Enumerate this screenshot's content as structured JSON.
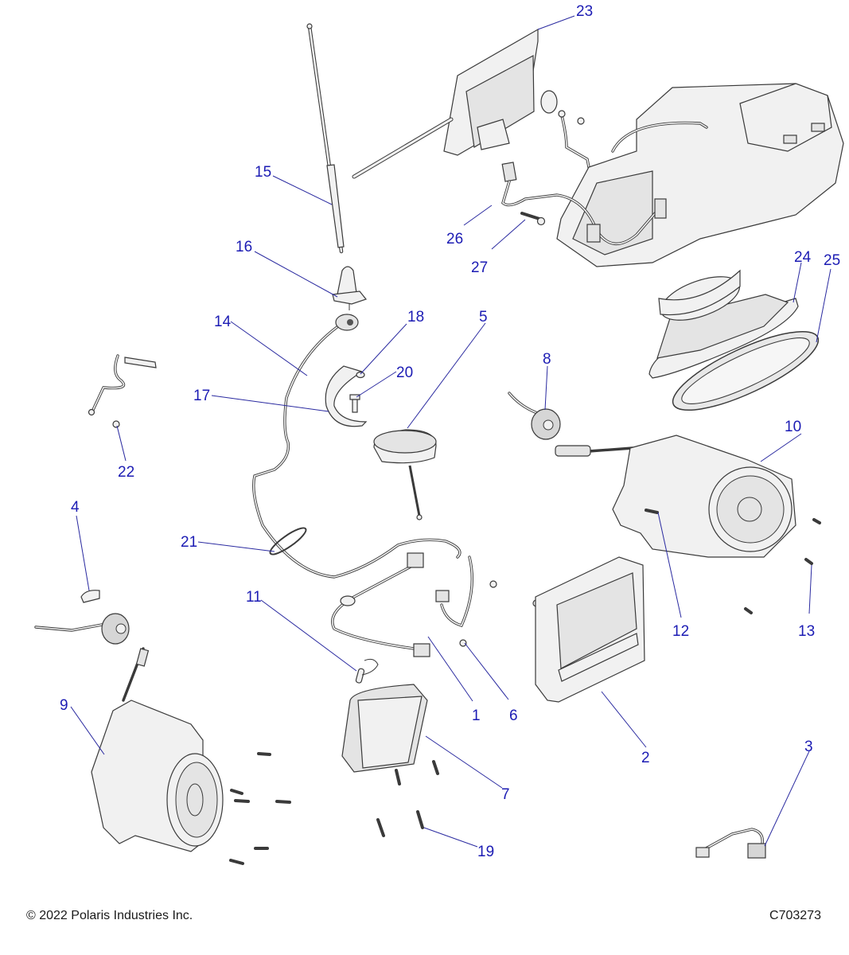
{
  "diagram": {
    "title": "Audio / Radio Components Exploded View",
    "label_color": "#1c1cb4",
    "callouts": [
      {
        "id": "1",
        "text": "1",
        "part": "harness connector"
      },
      {
        "id": "2",
        "text": "2",
        "part": "display unit"
      },
      {
        "id": "3",
        "text": "3",
        "part": "adapter harness"
      },
      {
        "id": "4",
        "text": "4",
        "part": "tweeter clip"
      },
      {
        "id": "5",
        "text": "5",
        "part": "GPS puck antenna"
      },
      {
        "id": "6",
        "text": "6",
        "part": "screw"
      },
      {
        "id": "7",
        "text": "7",
        "part": "amplifier"
      },
      {
        "id": "8",
        "text": "8",
        "part": "tweeter"
      },
      {
        "id": "9",
        "text": "9",
        "part": "left speaker enclosure"
      },
      {
        "id": "10",
        "text": "10",
        "part": "right speaker enclosure"
      },
      {
        "id": "11",
        "text": "11",
        "part": "fuse link"
      },
      {
        "id": "12",
        "text": "12",
        "part": "screw"
      },
      {
        "id": "13",
        "text": "13",
        "part": "screw"
      },
      {
        "id": "14",
        "text": "14",
        "part": "antenna cable"
      },
      {
        "id": "15",
        "text": "15",
        "part": "antenna mast"
      },
      {
        "id": "16",
        "text": "16",
        "part": "antenna base"
      },
      {
        "id": "17",
        "text": "17",
        "part": "bracket"
      },
      {
        "id": "18",
        "text": "18",
        "part": "washer"
      },
      {
        "id": "19",
        "text": "19",
        "part": "screw"
      },
      {
        "id": "20",
        "text": "20",
        "part": "bolt"
      },
      {
        "id": "21",
        "text": "21",
        "part": "cable tie"
      },
      {
        "id": "22",
        "text": "22",
        "part": "screw"
      },
      {
        "id": "23",
        "text": "23",
        "part": "head unit"
      },
      {
        "id": "24",
        "text": "24",
        "part": "coaxial speaker"
      },
      {
        "id": "25",
        "text": "25",
        "part": "speaker bezel"
      },
      {
        "id": "26",
        "text": "26",
        "part": "wire harness"
      },
      {
        "id": "27",
        "text": "27",
        "part": "screw"
      }
    ]
  },
  "footer": {
    "copyright": "© 2022 Polaris Industries Inc.",
    "code": "C703273"
  }
}
